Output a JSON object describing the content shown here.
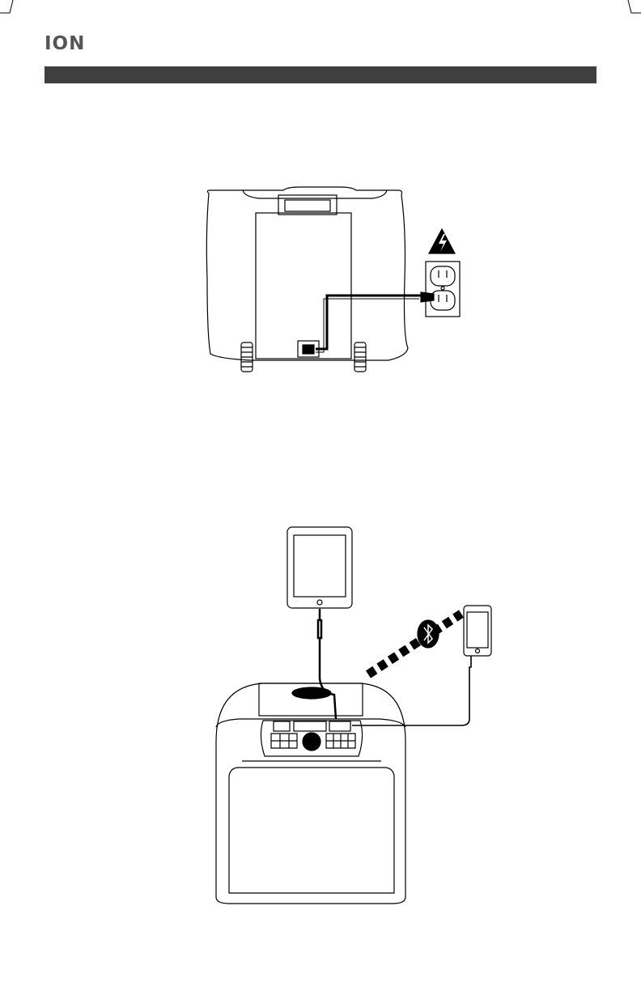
{
  "brand": {
    "logo_text": "ION",
    "colors": {
      "logo": "#555555",
      "header_bar": "#3f3f3f",
      "line_art": "#000000"
    }
  },
  "page": {
    "crop_marks": true,
    "figures": [
      {
        "subject": "speaker-rear-power-connection",
        "icons": [
          "warning-triangle-icon",
          "wall-outlet-icon",
          "power-cable-icon",
          "power-inlet-icon",
          "wheel-icon"
        ]
      },
      {
        "subject": "audio-source-connections",
        "icons": [
          "tablet-icon",
          "smartphone-icon",
          "bluetooth-icon",
          "aux-cable-icon",
          "usb-cable-icon",
          "speaker-front-icon",
          "control-panel-icon"
        ]
      }
    ]
  }
}
